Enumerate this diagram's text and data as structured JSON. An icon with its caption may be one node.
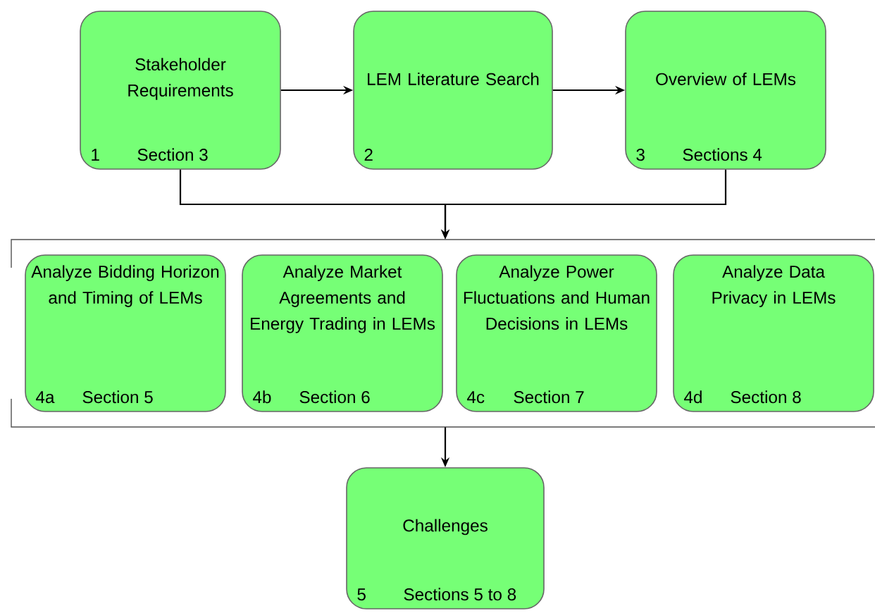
{
  "diagram": {
    "nodes": [
      {
        "text": [
          "Stakeholder Requirements",
          "1",
          "Section 3"
        ]
      },
      {
        "text": [
          "LEM Literature Search",
          "2"
        ]
      },
      {
        "text": [
          "Overview of LEMs",
          "3",
          "Sections 4"
        ]
      },
      {
        "text": [],
        "shape": "box"
      },
      {
        "text": [
          "Analyze Bidding Horizon and Timing of LEMs",
          "4a",
          "Section 5"
        ],
        "in": 3
      },
      {
        "text": [
          "Analyze Market Agreements and Energy Trading in LEMs",
          "4b",
          "Section 6"
        ],
        "in": 3
      },
      {
        "text": [
          "Analyze Power Fluctuations and Human Decisions in LEMs",
          "4c",
          "Section 7"
        ],
        "in": 3
      },
      {
        "text": [
          "Analyze Data Privacy in LEMs",
          "4d",
          "Section 8"
        ],
        "in": 3
      },
      {
        "text": [
          "Challenges",
          "5",
          "Sections 5 to 8"
        ]
      }
    ],
    "edges": [
      {
        "from": 0,
        "to": 1,
        "arrow": "to"
      },
      {
        "from": 1,
        "to": 2,
        "arrow": "to"
      },
      {
        "from": 0,
        "to": 3,
        "arrow": "to"
      },
      {
        "from": 2,
        "to": 3,
        "arrow": "to"
      },
      {
        "from": 3,
        "to": 8,
        "arrow": "to"
      }
    ]
  }
}
